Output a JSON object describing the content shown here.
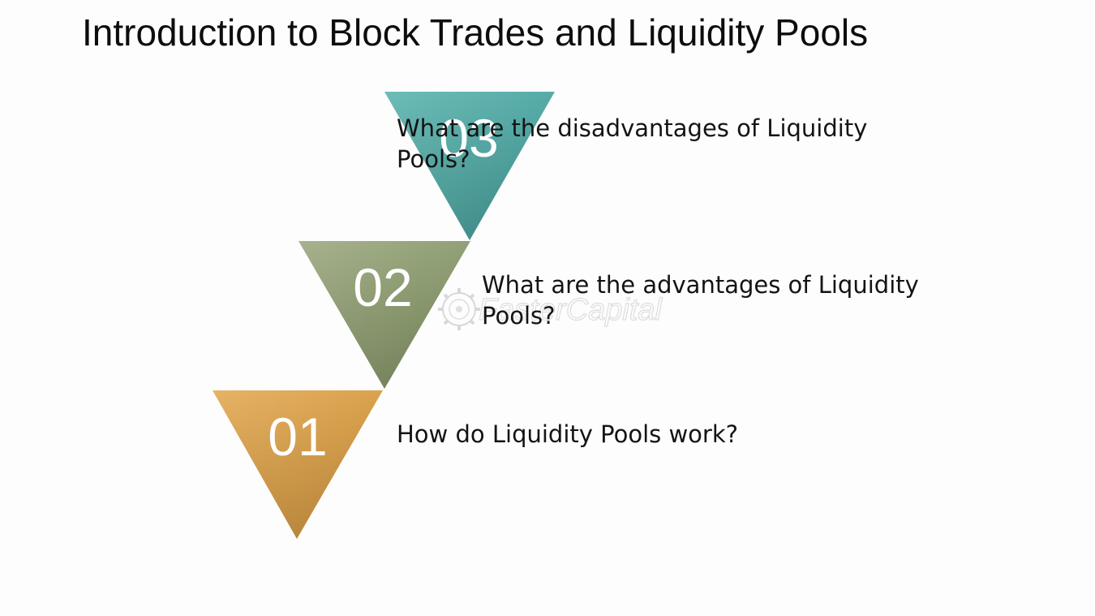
{
  "slide": {
    "title": "Introduction to Block Trades and Liquidity Pools"
  },
  "steps": [
    {
      "number": "01",
      "label": "How do Liquidity Pools work?",
      "color": "#dca653"
    },
    {
      "number": "02",
      "label": "What are the advantages of Liquidity Pools?",
      "color": "#94a47a"
    },
    {
      "number": "03",
      "label": "What are the disadvantages of Liquidity Pools?",
      "color": "#5aafaa"
    }
  ],
  "watermark": {
    "text": "FasterCapital",
    "icon": "gear-icon"
  }
}
